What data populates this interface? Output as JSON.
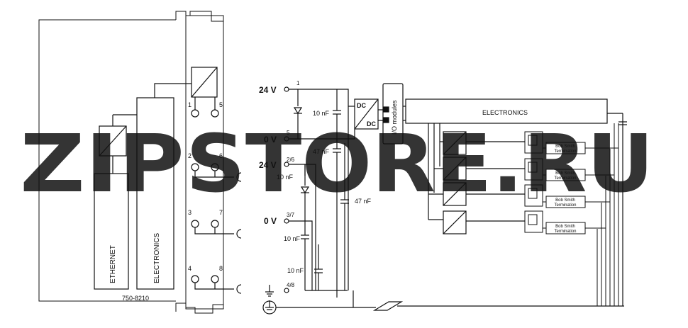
{
  "watermark": {
    "text_left": "ZIP",
    "text_right": "STORE.RU",
    "color_left": "#f2b36e",
    "color_right": "#c8c8c8"
  },
  "module": {
    "part_number": "750-8210",
    "ethernet_label": "ETHERNET",
    "electronics_label": "ELECTRONICS",
    "terminals": [
      {
        "left": "1",
        "right": "5"
      },
      {
        "left": "2",
        "right": "6"
      },
      {
        "left": "3",
        "right": "7"
      },
      {
        "left": "4",
        "right": "8"
      }
    ]
  },
  "supply": {
    "v24_top": "24 V",
    "term_1": "1",
    "v0_top": "0 V",
    "term_5": "5",
    "v24_bottom": "24 V",
    "term_26": "2/6",
    "v0_bottom": "0 V",
    "term_37": "3/7",
    "term_48": "4/8"
  },
  "capacitors": {
    "c1": "10 nF",
    "c2": "47 nF",
    "c3": "10 nF",
    "c4": "47 nF",
    "c5": "10 nF",
    "c6": "10 nF"
  },
  "dcdc": {
    "top": "DC",
    "bottom": "DC"
  },
  "io_label": "I/O modules",
  "electronics_bus": "ELECTRONICS",
  "termination": {
    "label_line1": "Bob Smith",
    "label_line2": "Termination",
    "count": 4
  },
  "colors": {
    "line": "#111111",
    "background": "#ffffff"
  }
}
